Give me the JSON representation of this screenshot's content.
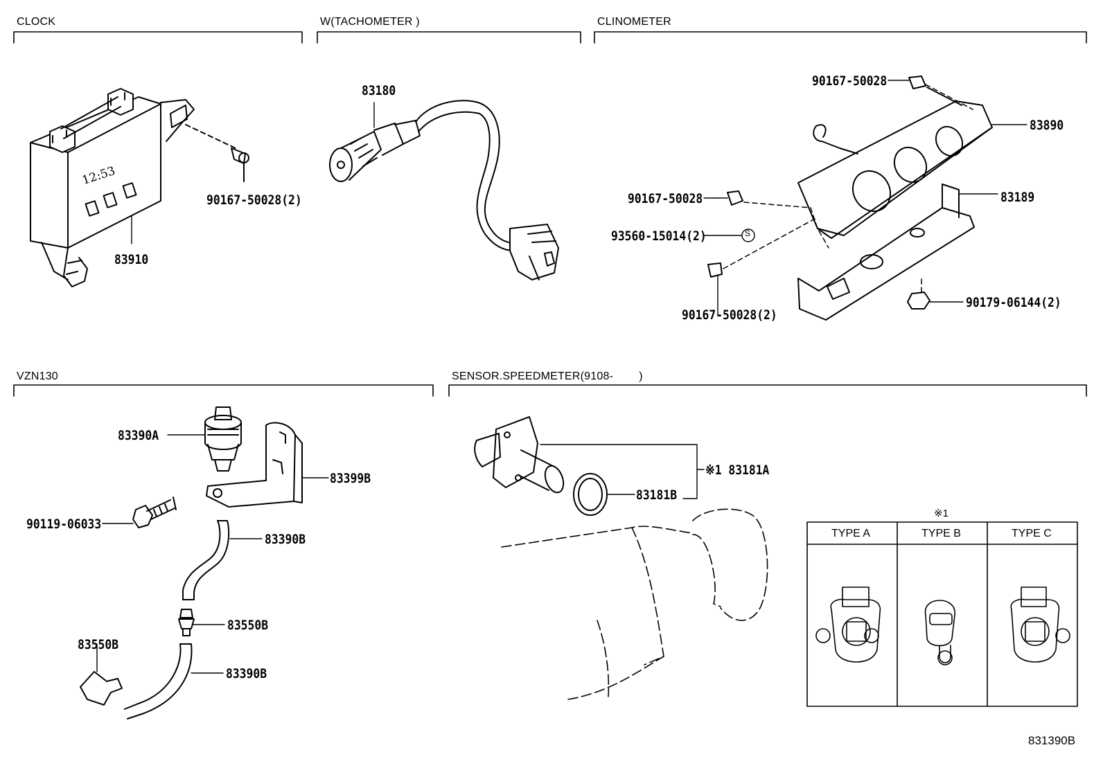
{
  "sections": {
    "clock": "CLOCK",
    "tachometer": "W(TACHOMETER )",
    "clinometer": "CLINOMETER",
    "vzn130": "VZN130",
    "speedometer": "SENSOR.SPEEDMETER(9108-        )"
  },
  "clock": {
    "bolt": "90167-50028(2)",
    "unit": "83910",
    "face_text": "12:53"
  },
  "tachometer": {
    "sender": "83180"
  },
  "clinometer": {
    "screw_top": "90167-50028",
    "gauge": "83890",
    "screw_mid": "90167-50028",
    "bracket": "83189",
    "nut_s": "93560-15014(2)",
    "screw_low": "90167-50028(2)",
    "nut": "90179-06144(2)",
    "s_mark": "S"
  },
  "vzn130": {
    "switch": "83390A",
    "bracket": "83399B",
    "bolt": "90119-06033",
    "hose_upper": "83390B",
    "connector_right": "83550B",
    "connector_left": "83550B",
    "hose_lower": "83390B"
  },
  "speedometer": {
    "assy": "※1 83181A",
    "oring": "83181B",
    "type_note": "※1",
    "types": [
      "TYPE A",
      "TYPE B",
      "TYPE C"
    ]
  },
  "figure_code": "831390B"
}
